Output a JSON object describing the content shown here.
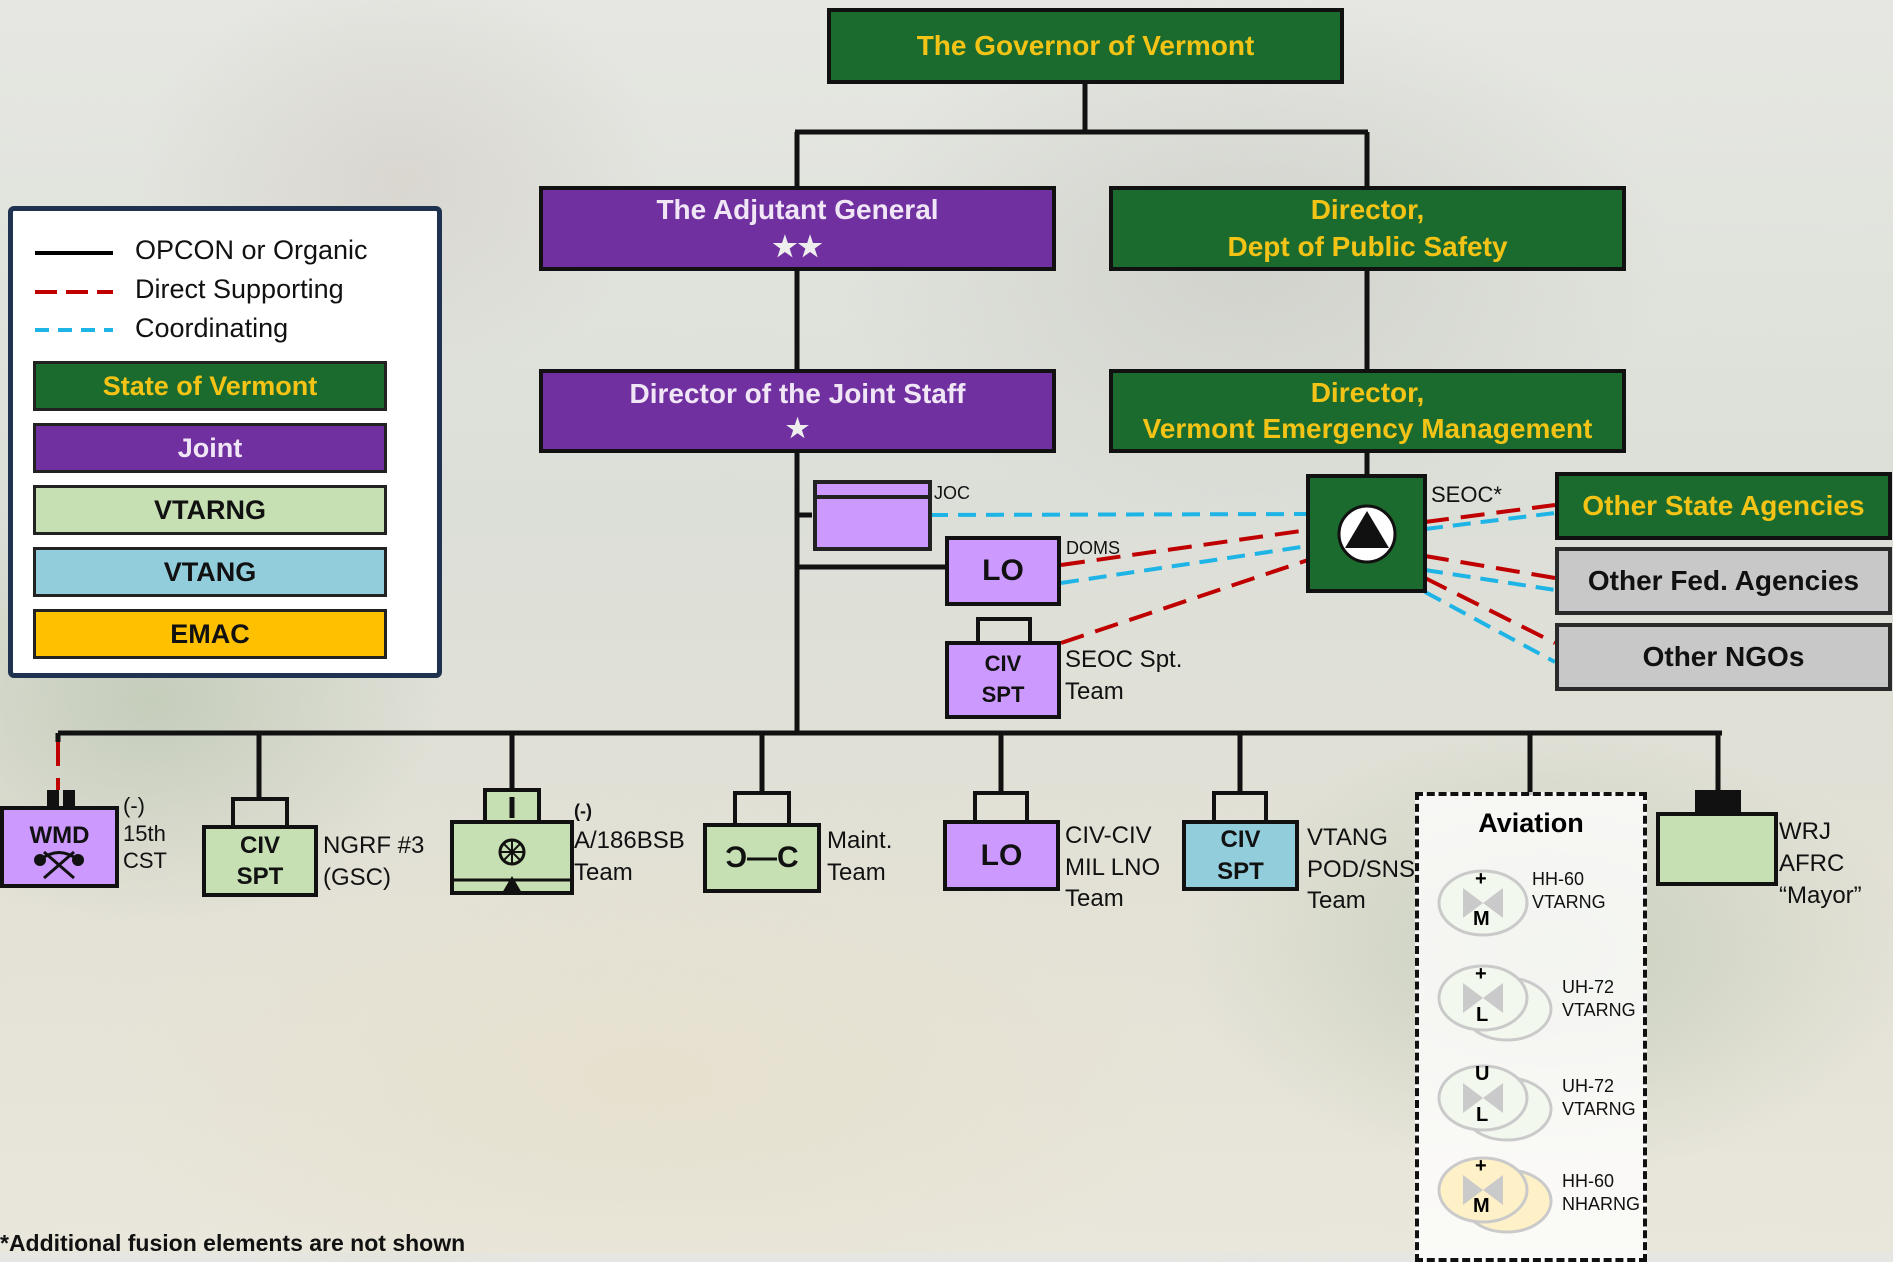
{
  "top": {
    "governor": "The Governor of Vermont",
    "adjutant_general": "The Adjutant General",
    "adjutant_stars": "★★",
    "director_dps_line1": "Director,",
    "director_dps_line2": "Dept of Public Safety",
    "director_joint_staff": "Director of the Joint Staff",
    "director_joint_star": "★",
    "director_vem_line1": "Director,",
    "director_vem_line2": "Vermont Emergency Management"
  },
  "legend": {
    "lines": [
      {
        "label": "OPCON or Organic",
        "color": "#000000",
        "style": "solid"
      },
      {
        "label": "Direct Supporting",
        "color": "#c00000",
        "style": "dashed"
      },
      {
        "label": "Coordinating",
        "color": "#1eb4e6",
        "style": "dashed"
      }
    ],
    "swatches": [
      {
        "label": "State of Vermont",
        "bg": "#1b6b2f",
        "fg": "#f3c316"
      },
      {
        "label": "Joint",
        "bg": "#7030a0",
        "fg": "#f0e6f6"
      },
      {
        "label": "VTARNG",
        "bg": "#c6e0b4",
        "fg": "#111111"
      },
      {
        "label": "VTANG",
        "bg": "#92cddc",
        "fg": "#111111"
      },
      {
        "label": "EMAC",
        "bg": "#ffc000",
        "fg": "#111111"
      }
    ]
  },
  "middle": {
    "joc_label": "JOC",
    "lo_text": "LO",
    "doms_label": "DOMS",
    "civ_text": "CIV",
    "spt_text": "SPT",
    "seoc_spt_label": "SEOC Spt.\nTeam",
    "seoc_label": "SEOC*"
  },
  "agencies": {
    "other_state": "Other State Agencies",
    "other_fed": "Other Fed. Agencies",
    "other_ngos": "Other NGOs"
  },
  "units": {
    "wmd_text": "WMD",
    "cst_label": "(-)\n15th\nCST",
    "ngrf_label": "NGRF #3\n(GSC)",
    "bsb_minus": "(-)",
    "bsb_label": "A/186BSB\nTeam",
    "maint_symbol": "Ɔ—C",
    "maint_label": "Maint.\nTeam",
    "lo_text": "LO",
    "civciv_label": "CIV-CIV\nMIL LNO\nTeam",
    "vtang_label": "VTANG\nPOD/SNS\nTeam",
    "wrj_label": "WRJ AFRC\n“Mayor”"
  },
  "aviation": {
    "title": "Aviation",
    "items": [
      {
        "label": "HH-60\nVTARNG",
        "color": "#c6e0b4",
        "top": "+",
        "bottom": "M",
        "stacked": false
      },
      {
        "label": "UH-72\nVTARNG",
        "color": "#c6e0b4",
        "top": "+",
        "bottom": "L",
        "stacked": true
      },
      {
        "label": "UH-72\nVTARNG",
        "color": "#c6e0b4",
        "top": "U",
        "bottom": "L",
        "stacked": true
      },
      {
        "label": "HH-60\nNHARNG",
        "color": "#ffc000",
        "top": "+",
        "bottom": "M",
        "stacked": true
      }
    ]
  },
  "footnote": "*Additional fusion elements are not shown"
}
